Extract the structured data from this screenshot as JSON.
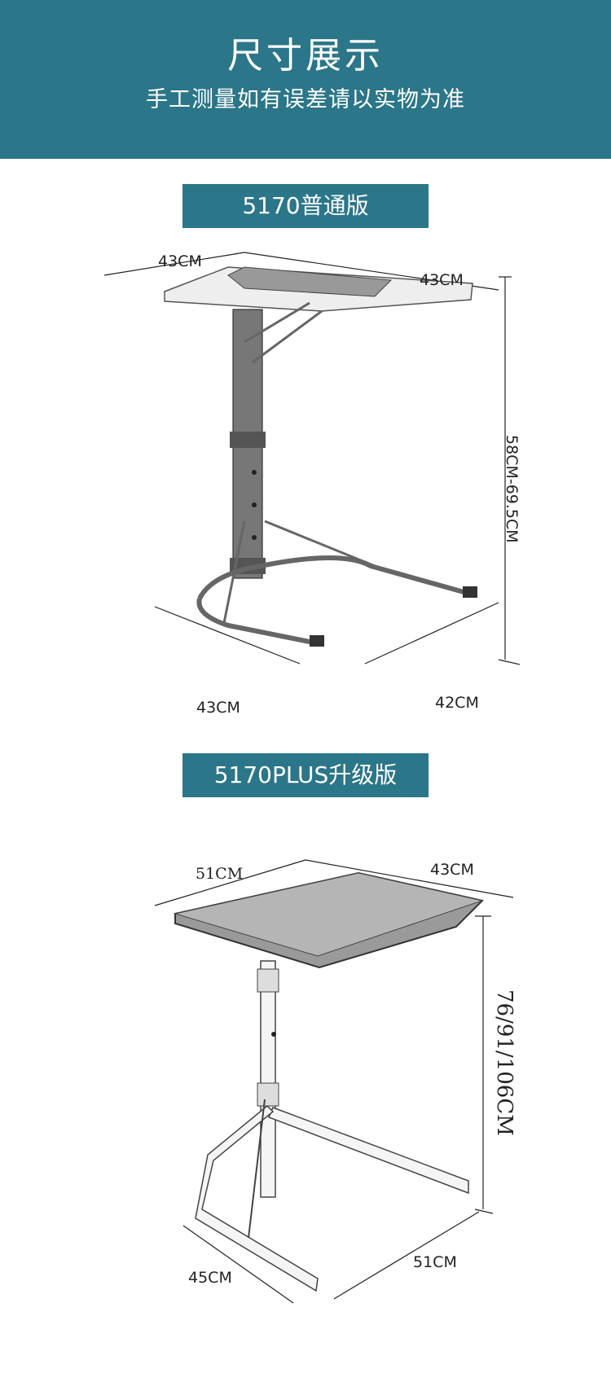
{
  "header": {
    "title": "尺寸展示",
    "subtitle": "手工测量如有误差请以实物为准"
  },
  "products": [
    {
      "badge": "5170普通版",
      "dims": {
        "top_left": "43CM",
        "top_right": "43CM",
        "height": "58CM-69.5CM",
        "base_left": "43CM",
        "base_right": "42CM"
      }
    },
    {
      "badge": "5170PLUS升级版",
      "dims": {
        "top_left": "51CM",
        "top_right": "43CM",
        "height": "76/91/106CM",
        "base_left": "45CM",
        "base_right": "51CM"
      }
    }
  ],
  "colors": {
    "brand": "#2b7688"
  }
}
